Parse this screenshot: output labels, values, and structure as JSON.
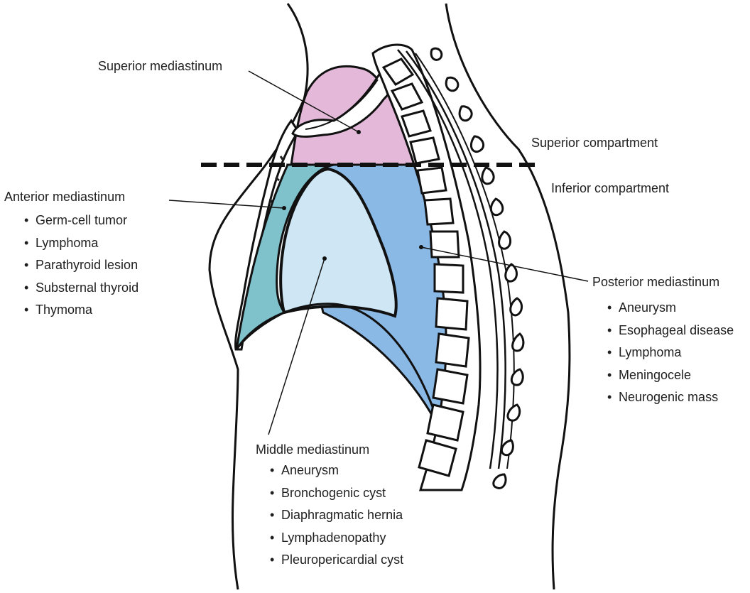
{
  "labels": {
    "superior_mediastinum": "Superior mediastinum",
    "superior_compartment": "Superior compartment",
    "inferior_compartment": "Inferior compartment"
  },
  "anterior": {
    "title": "Anterior mediastinum",
    "items": [
      "Germ-cell tumor",
      "Lymphoma",
      "Parathyroid lesion",
      "Substernal thyroid",
      "Thymoma"
    ]
  },
  "middle": {
    "title": "Middle mediastinum",
    "items": [
      "Aneurysm",
      "Bronchogenic cyst",
      "Diaphragmatic hernia",
      "Lymphadenopathy",
      "Pleuropericardial cyst"
    ]
  },
  "posterior": {
    "title": "Posterior mediastinum",
    "items": [
      "Aneurysm",
      "Esophageal disease",
      "Lymphoma",
      "Meningocele",
      "Neurogenic mass"
    ]
  },
  "colors": {
    "superior": "#e3b8d9",
    "anterior": "#7fc2cc",
    "middle": "#cfe6f4",
    "posterior": "#8bb9e6",
    "outline": "#111111"
  }
}
